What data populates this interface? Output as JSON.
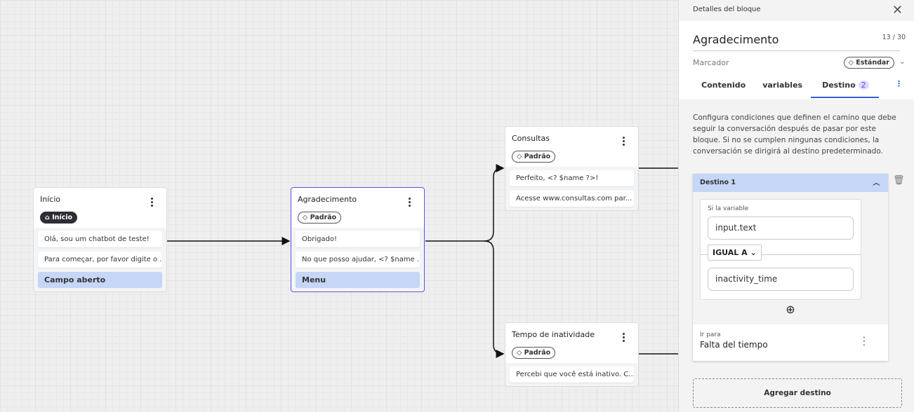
{
  "canvas": {
    "nodes": [
      {
        "title": "Início",
        "tag": "Início",
        "messages": [
          "Olá, sou um chatbot de teste!",
          "Para começar, por favor digite o ..."
        ],
        "input": "Campo aberto"
      },
      {
        "title": "Agradecimento",
        "tag": "Padrão",
        "messages": [
          "Obrigado!",
          "No que posso ajudar, <? $name ..."
        ],
        "input": "Menu"
      },
      {
        "title": "Consultas",
        "tag": "Padrão",
        "messages": [
          "Perfeito, <? $name ?>!",
          "Acesse www.consultas.com par..."
        ]
      },
      {
        "title": "Tempo de inatividade",
        "tag": "Padrão",
        "messages": [
          "Percebi que você está inativo. C..."
        ]
      }
    ]
  },
  "panel": {
    "header": "Detalles del bloque",
    "name": "Agradecimento",
    "counter": "13 / 30",
    "marker_label": "Marcador",
    "marker_value": "Estándar",
    "tabs": [
      {
        "label": "Contenido"
      },
      {
        "label": "variables"
      },
      {
        "label": "Destino",
        "badge": "2"
      }
    ],
    "description": "Configura condiciones que definen el camino que debe seguir la conversación después de pasar por este bloque. Si no se cumplen ningunas condiciones, la conversación se dirigirá al destino predeterminado.",
    "destination": {
      "title": "Destino 1",
      "condition_label": "Si la variable",
      "variable": "input.text",
      "operator": "IGUAL A",
      "value": "inactivity_time",
      "goto_label": "Ir para",
      "goto_value": "Falta del tiempo"
    },
    "add_button": "Agregar destino"
  },
  "colors": {
    "accent": "#3a5bd9",
    "selected_border": "#5b50e8",
    "input_block": "#c5d6f6"
  }
}
